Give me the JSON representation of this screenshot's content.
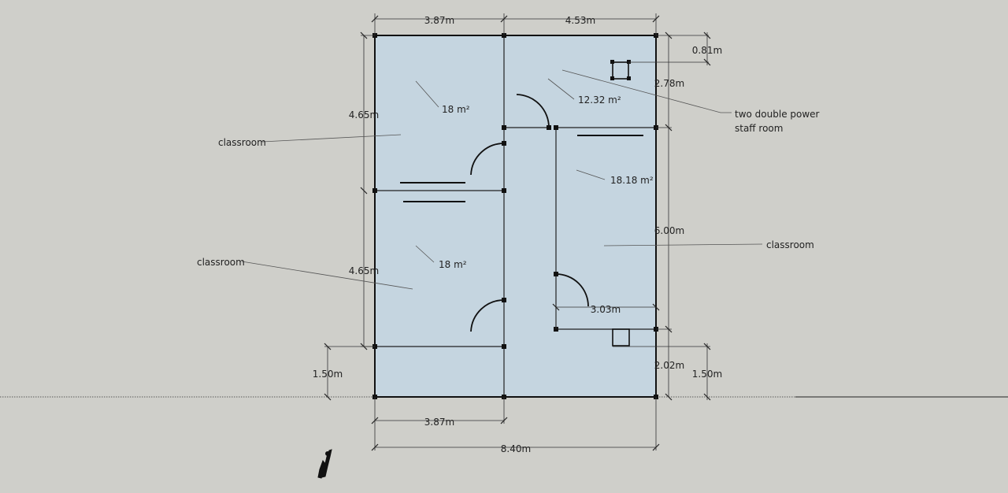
{
  "dimensions": {
    "top_left": "3.87m",
    "top_right": "4.53m",
    "right_small": "0.81m",
    "right_top": "2.78m",
    "left_upper": "4.65m",
    "left_lower": "4.65m",
    "right_middle": "6.00m",
    "inner_bottom": "3.03m",
    "left_bottom": "1.50m",
    "right_bottom_inner": "2.02m",
    "right_bottom_outer": "1.50m",
    "bottom_left": "3.87m",
    "bottom_total": "8.40m"
  },
  "areas": {
    "room_upper_left": "18 m²",
    "room_lower_left": "18 m²",
    "staff_room": "12.32 m²",
    "room_right": "18.18 m²"
  },
  "labels": {
    "classroom_upper": "classroom",
    "classroom_lower": "classroom",
    "classroom_right": "classroom",
    "power_line1": "two double power",
    "power_line2": "staff room"
  },
  "colors": {
    "background": "#cfcfca",
    "floor": "#c5d5e0",
    "walls": "#111111"
  },
  "icons": {
    "figure": "human-figure-icon"
  }
}
